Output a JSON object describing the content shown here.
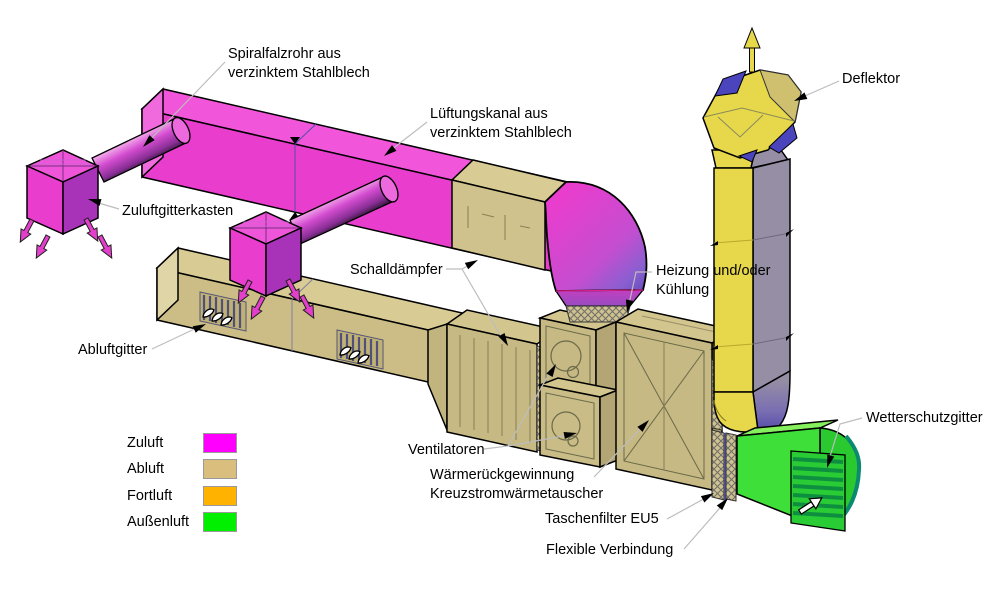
{
  "labels": {
    "spiralfalzrohr": {
      "line1": "Spiralfalzrohr aus",
      "line2": "verzinktem Stahlblech"
    },
    "lueftungskanal": {
      "line1": "Lüftungskanal aus",
      "line2": "verzinktem Stahlblech"
    },
    "zuluftgitterkasten": "Zuluftgitterkasten",
    "abluftgitter": "Abluftgitter",
    "schalldaempfer": "Schalldämpfer",
    "heizung_kuehlung": {
      "line1": "Heizung und/oder",
      "line2": "Kühlung"
    },
    "deflektor": "Deflektor",
    "wetterschutzgitter": "Wetterschutzgitter",
    "ventilatoren": "Ventilatoren",
    "waermerueckgewinnung": {
      "line1": "Wärmerückgewinnung",
      "line2": "Kreuzstromwärmetauscher"
    },
    "taschenfilter": "Taschenfilter EU5",
    "flexible_verbindung": "Flexible Verbindung"
  },
  "legend": {
    "items": [
      {
        "label": "Zuluft",
        "color": "#ff00ff"
      },
      {
        "label": "Abluft",
        "color": "#d9be7e"
      },
      {
        "label": "Fortluft",
        "color": "#ffb300"
      },
      {
        "label": "Außenluft",
        "color": "#00f000"
      }
    ]
  },
  "colors": {
    "zuluft_duct": "#e83dcd",
    "abluft_duct": "#cbbd85",
    "fortluft_duct": "#e6d74b",
    "aussenluft_duct": "#3fdf3a",
    "shade_purple": "#5a48b8",
    "side_gray": "#968ea4",
    "accent_blue": "#4a44bd"
  }
}
